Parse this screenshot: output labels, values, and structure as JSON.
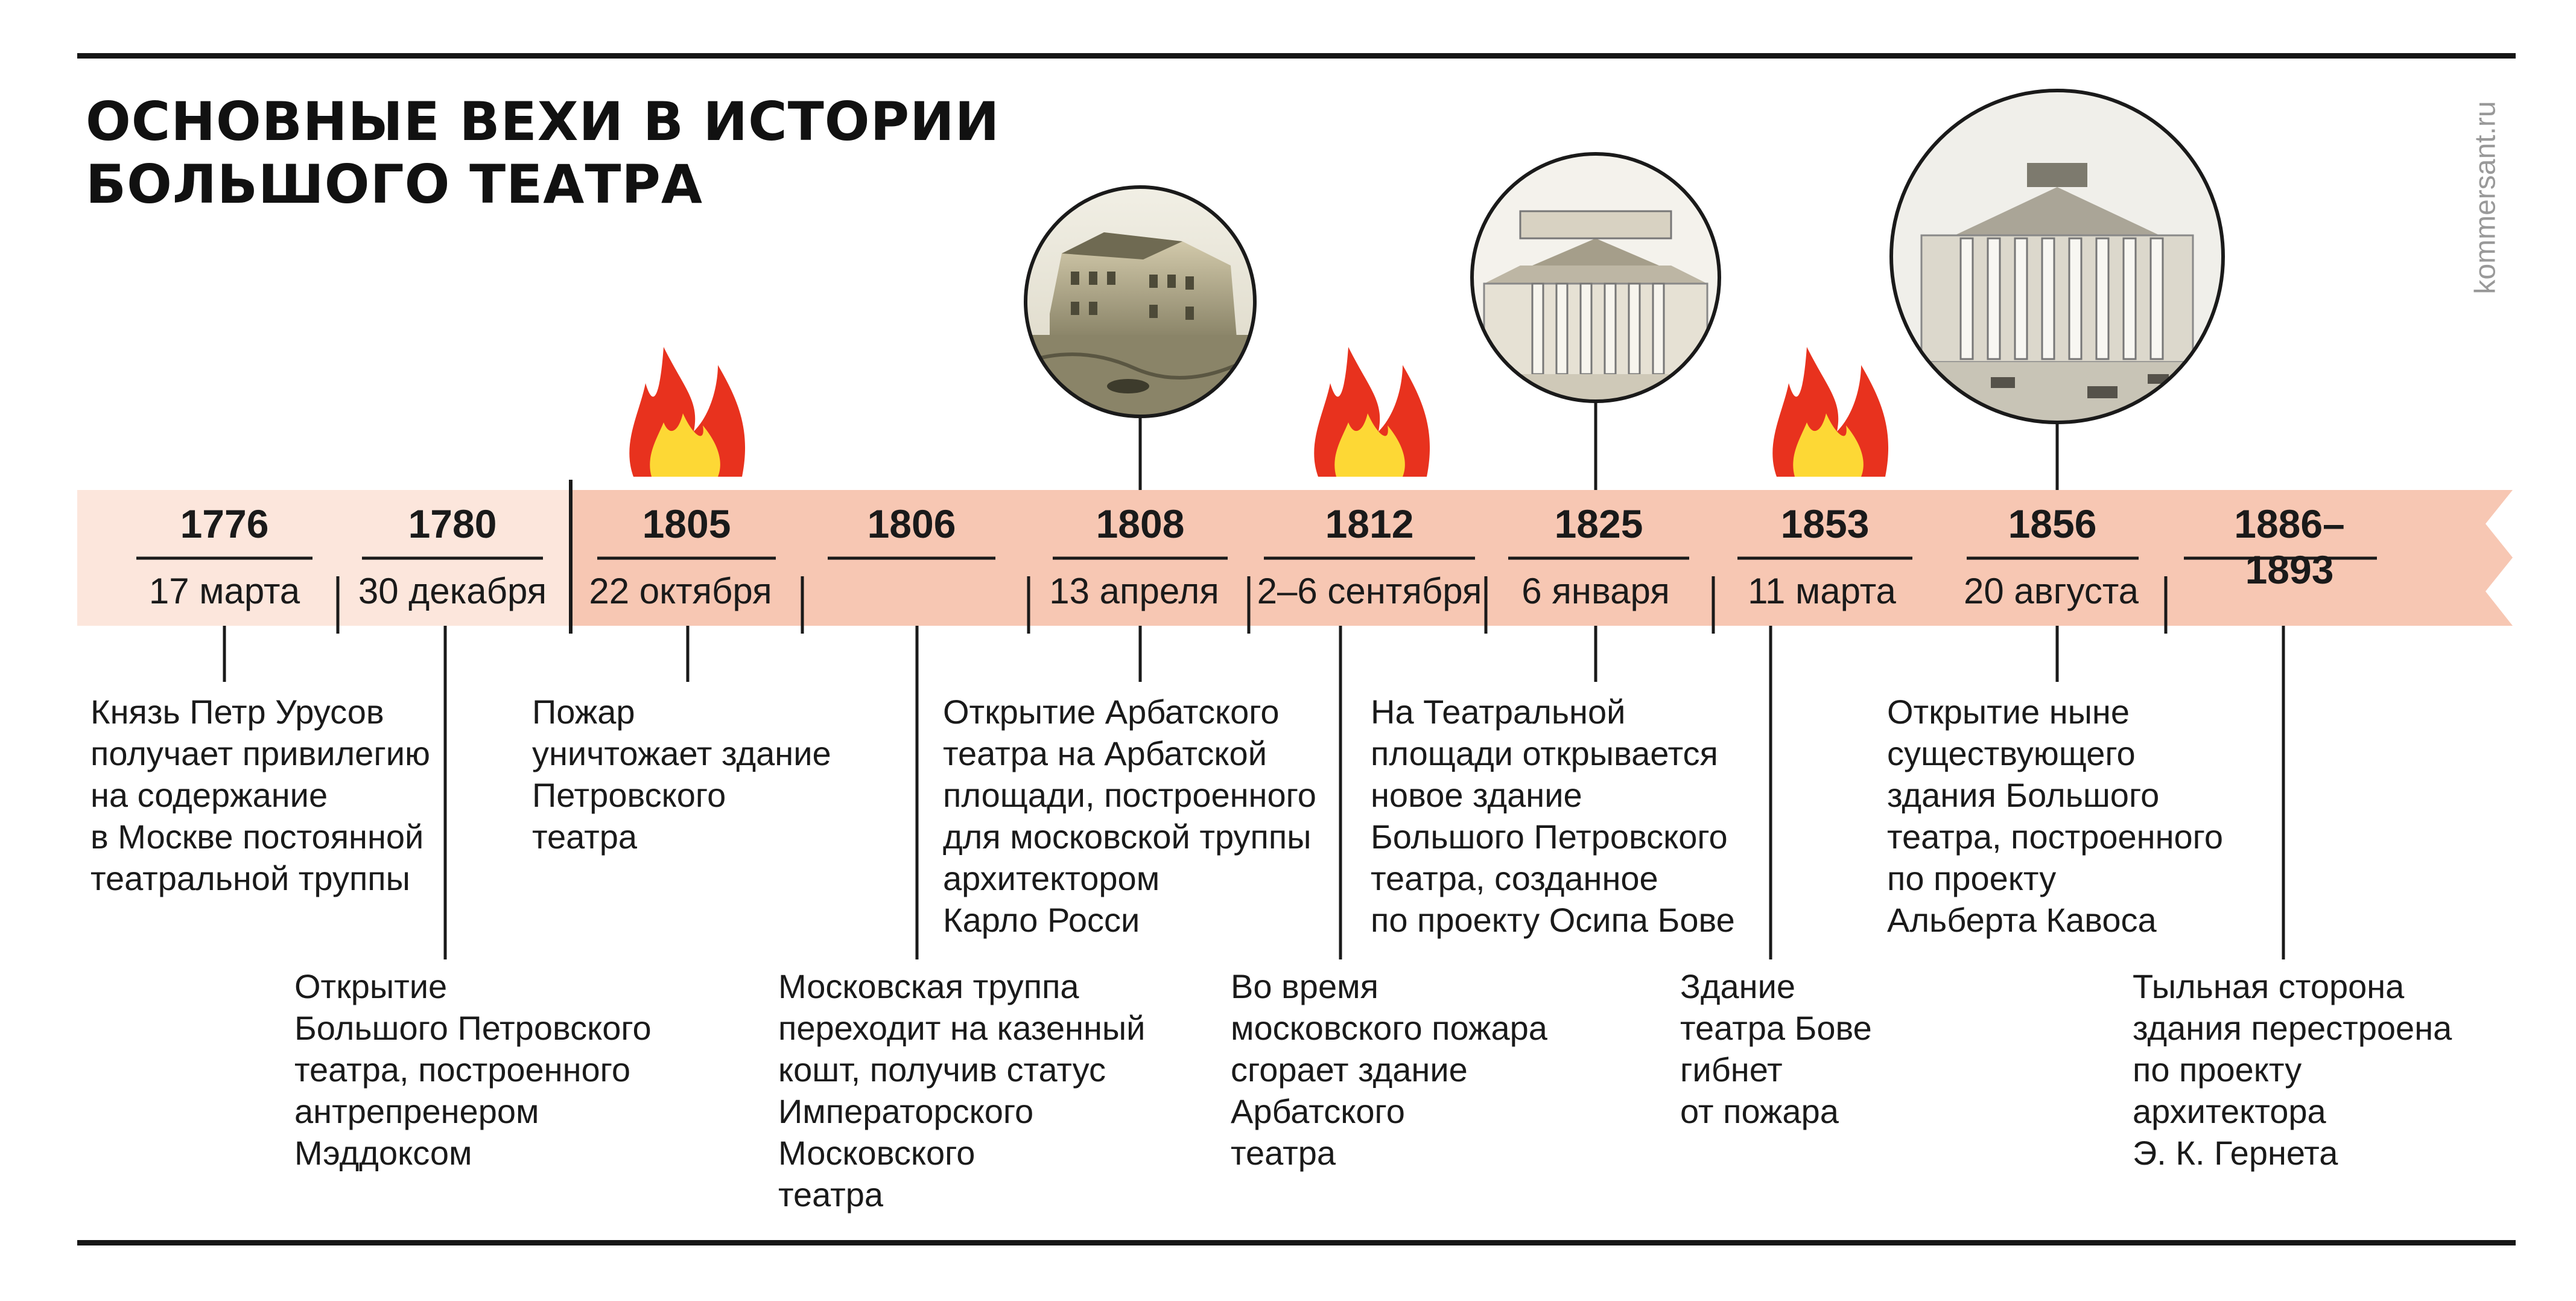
{
  "title_lines": [
    "ОСНОВНЫЕ ВЕХИ В ИСТОРИИ",
    "БОЛЬШОГО ТЕАТРА"
  ],
  "brand": "kommersant.ru",
  "colors": {
    "band_light": "#fce6dc",
    "band_dark": "#f7c7b3",
    "text": "#1a1a1a",
    "rule": "#161616",
    "flame_red": "#e8321e",
    "flame_yellow": "#fdd835"
  },
  "events": [
    {
      "year": "1776",
      "date": "17 марта",
      "lines": [
        "Князь Петр Урусов",
        "получает привилегию",
        "на содержание",
        "в Москве постоянной",
        "театральной труппы"
      ]
    },
    {
      "year": "1780",
      "date": "30 декабря",
      "lines": [
        "Открытие",
        "Большого Петровского",
        "театра, построенного",
        "антрепренером",
        "Мэддоксом"
      ]
    },
    {
      "year": "1805",
      "date": "22 октября",
      "lines": [
        "Пожар",
        "уничтожает здание",
        "Петровского",
        "театра"
      ]
    },
    {
      "year": "1806",
      "date": "",
      "lines": [
        "Московская труппа",
        "переходит на казенный",
        "кошт, получив статус",
        "Императорского",
        "Московского",
        "театра"
      ]
    },
    {
      "year": "1808",
      "date": "13 апреля",
      "lines": [
        "Открытие Арбатского",
        "театра на Арбатской",
        "площади, построенного",
        "для московской труппы",
        "архитектором",
        "Карло Росси"
      ]
    },
    {
      "year": "1812",
      "date": "2–6 сентября",
      "lines": [
        "Во время",
        "московского пожара",
        "сгорает здание",
        "Арбатского",
        "театра"
      ]
    },
    {
      "year": "1825",
      "date": "6 января",
      "lines": [
        "На Театральной",
        "площади открывается",
        "новое здание",
        "Большого Петровского",
        "театра, созданное",
        "по проекту Осипа Бове"
      ]
    },
    {
      "year": "1853",
      "date": "11 марта",
      "lines": [
        "Здание",
        "театра Бове",
        "гибнет",
        "от пожара"
      ]
    },
    {
      "year": "1856",
      "date": "20 августа",
      "lines": [
        "Открытие ныне",
        "существующего",
        "здания Большого",
        "театра, построенного",
        "по проекту",
        "Альберта Кавоса"
      ]
    },
    {
      "year": "1886–1893",
      "date": "",
      "lines": [
        "Тыльная сторона",
        "здания перестроена",
        "по проекту",
        "архитектора",
        "Э. К. Гернета"
      ]
    }
  ]
}
